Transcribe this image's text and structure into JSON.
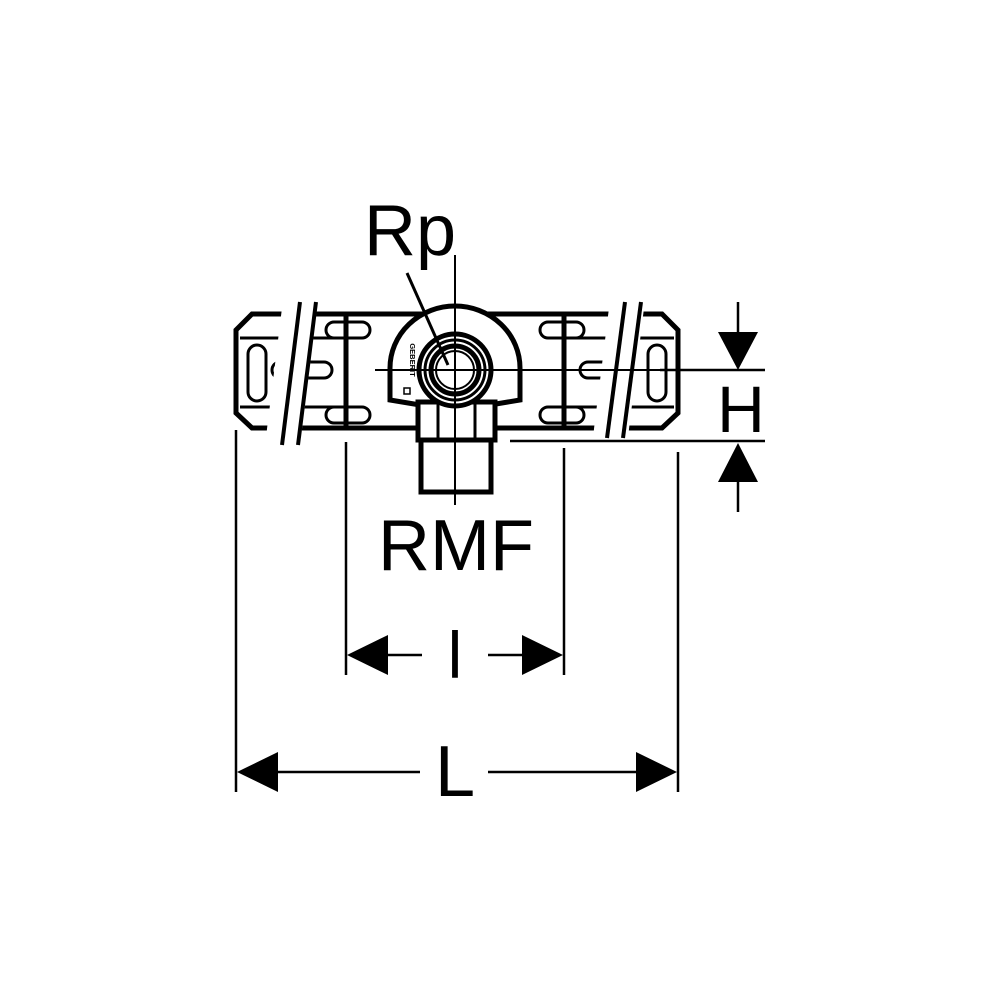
{
  "labels": {
    "thread": "Rp",
    "fitting": "RMF",
    "height": "H",
    "inner_length": "l",
    "overall_length": "L"
  },
  "brand_mark": "GEBERIT",
  "colors": {
    "line": "#000000",
    "background": "#ffffff"
  }
}
